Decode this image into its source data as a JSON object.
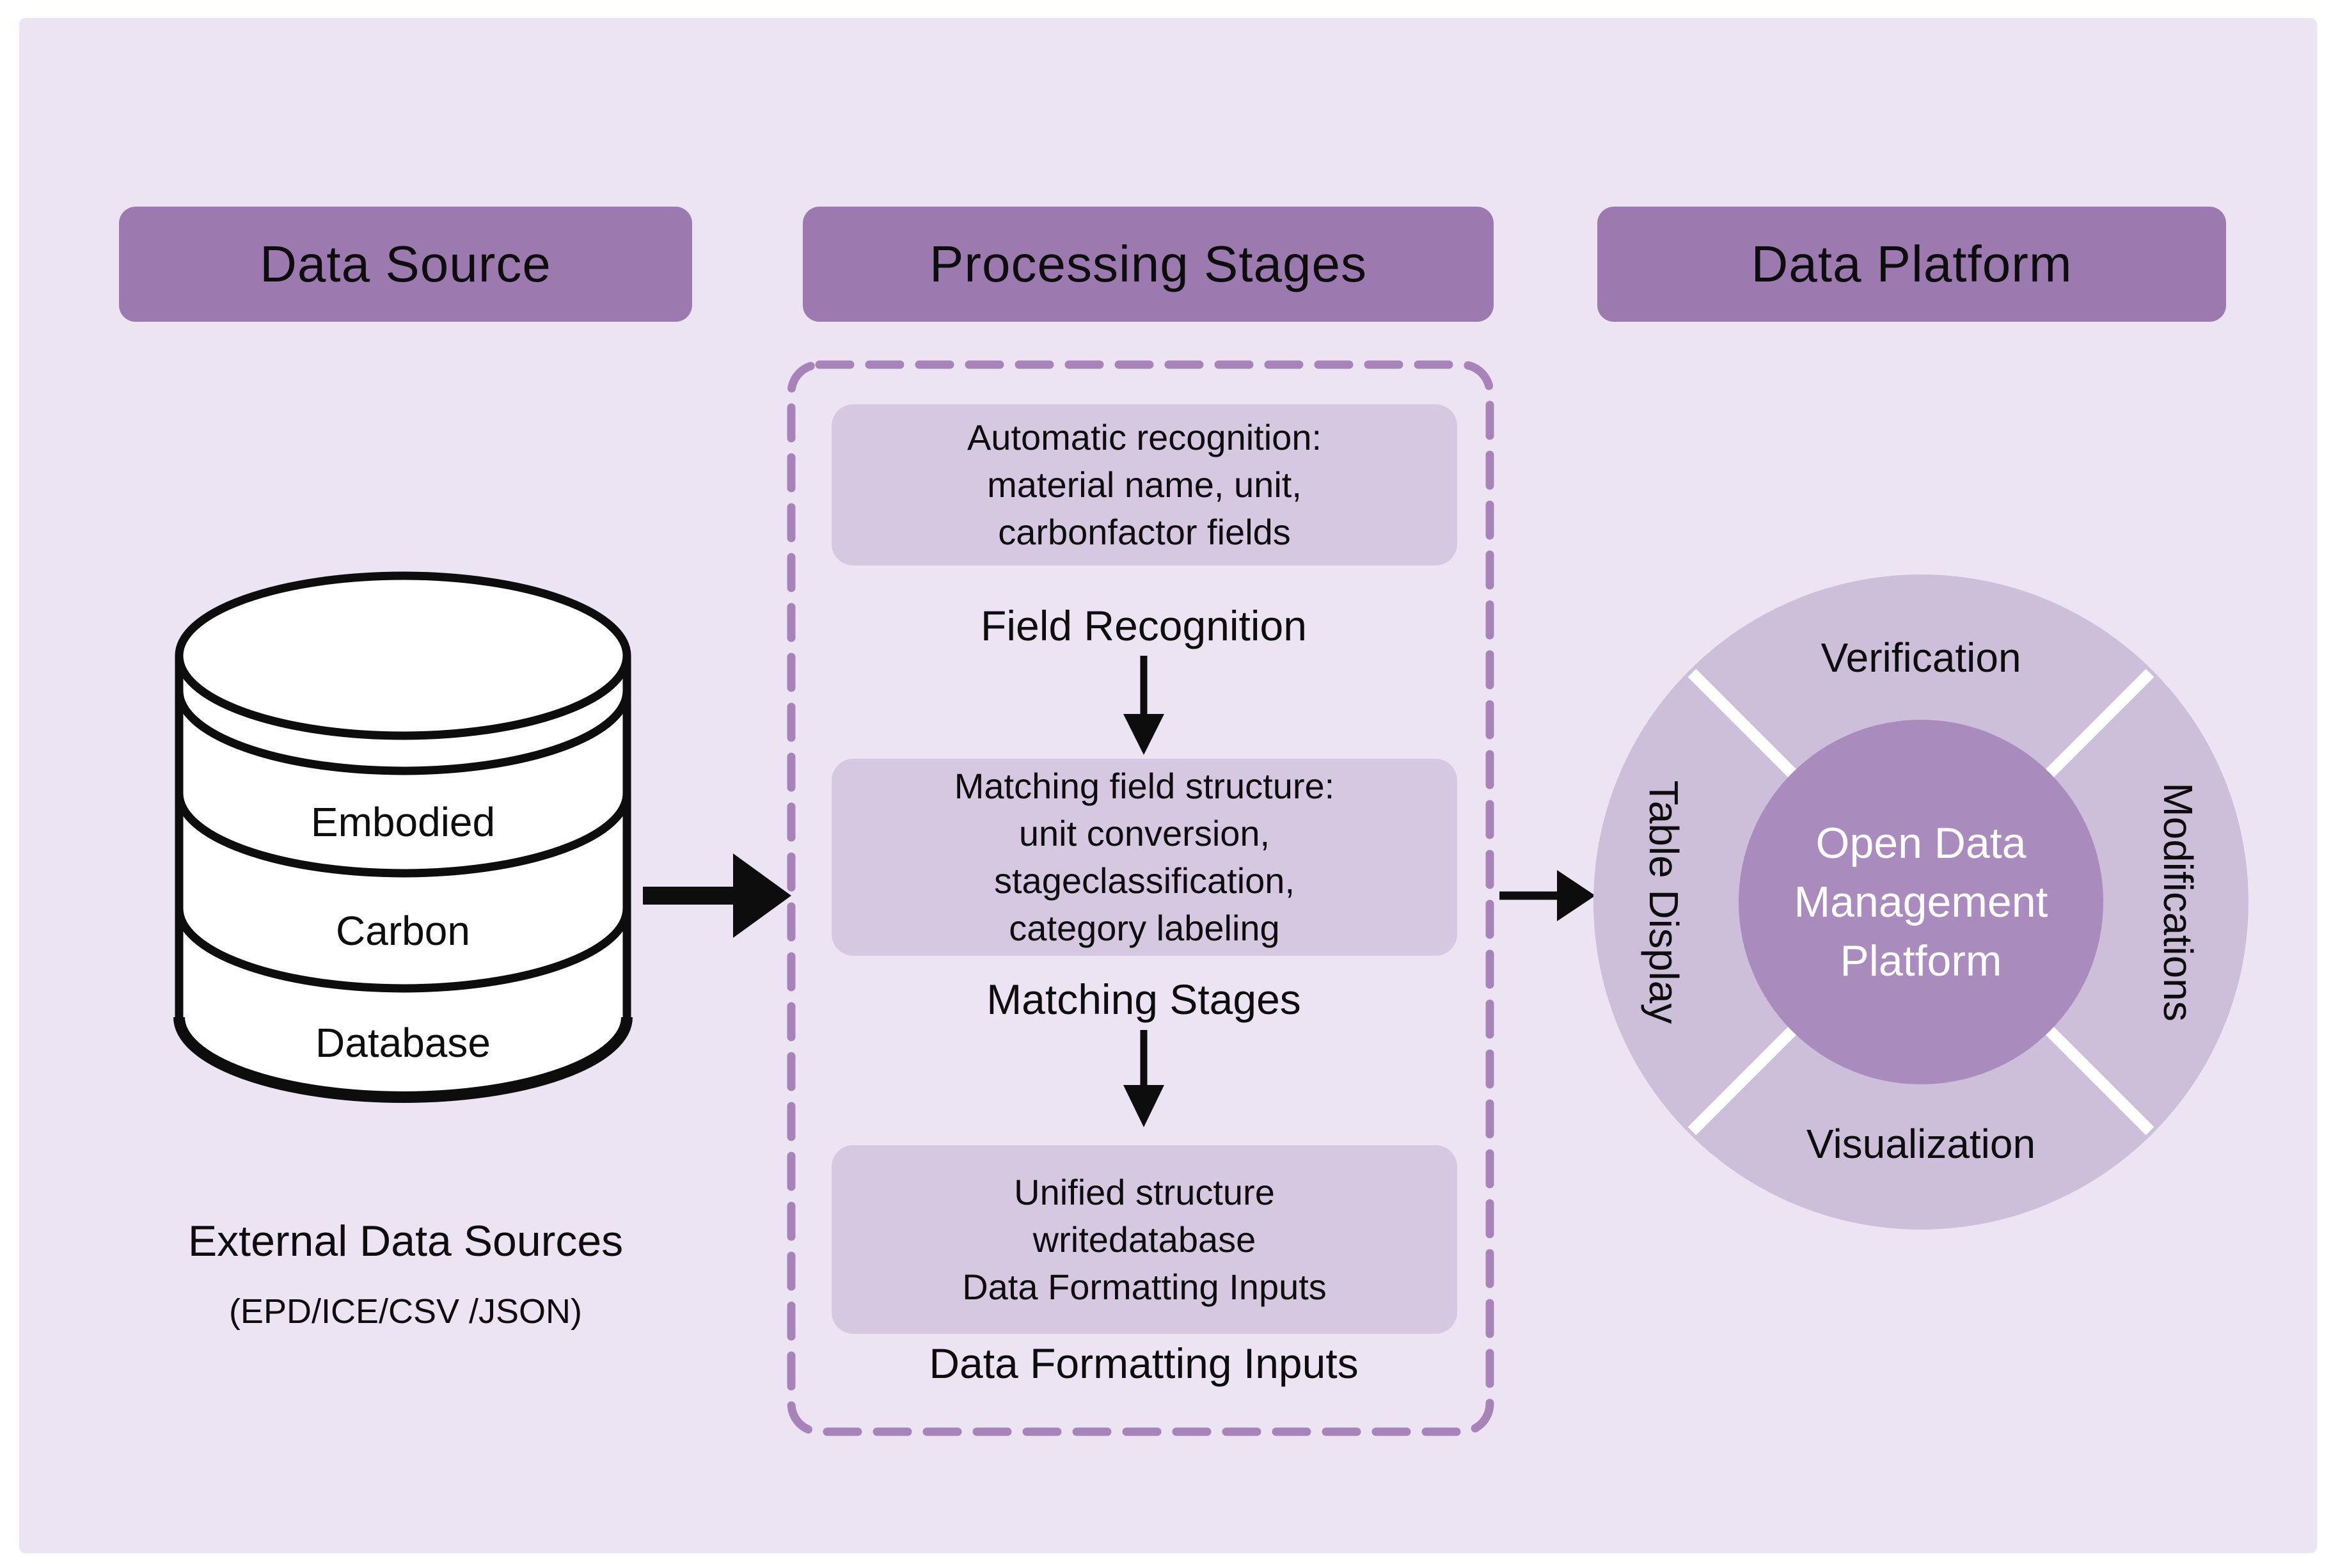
{
  "colors": {
    "canvas": "#ffffff",
    "panel_background": "#ece4f3",
    "header_fill": "#9c7ab0",
    "stage_box_fill": "#d7c8e2",
    "dashed_border": "#a883ba",
    "ring_fill": "#cdbeda",
    "ring_core_fill": "#a98cbd",
    "ring_divider": "#ffffff",
    "cylinder_fill": "#ffffff",
    "arrow": "#0d0d0d",
    "text": "#0d0d0d",
    "center_text": "#ffffff"
  },
  "headers": {
    "data_source": "Data Source",
    "processing_stages": "Processing Stages",
    "data_platform": "Data Platform"
  },
  "source": {
    "cylinder_segments": [
      "Embodied",
      "Carbon",
      "Database"
    ],
    "caption_title": "External Data Sources",
    "caption_subtitle": "(EPD/ICE/CSV /JSON)"
  },
  "processing": {
    "stages": [
      {
        "box_lines": [
          "Automatic recognition:",
          "material name, unit,",
          "carbonfactor fields"
        ],
        "label": "Field Recognition"
      },
      {
        "box_lines": [
          "Matching field structure:",
          "unit conversion,",
          "stageclassification,",
          "category labeling"
        ],
        "label": "Matching Stages"
      },
      {
        "box_lines": [
          "Unified structure",
          "writedatabase",
          "Data Formatting Inputs"
        ],
        "label": "Data Formatting Inputs"
      }
    ]
  },
  "platform": {
    "ring_labels": {
      "top": "Verification",
      "right": "Modifications",
      "bottom": "Visualization",
      "left": "Table Display"
    },
    "center_lines": [
      "Open Data",
      "Management",
      "Platform"
    ]
  }
}
